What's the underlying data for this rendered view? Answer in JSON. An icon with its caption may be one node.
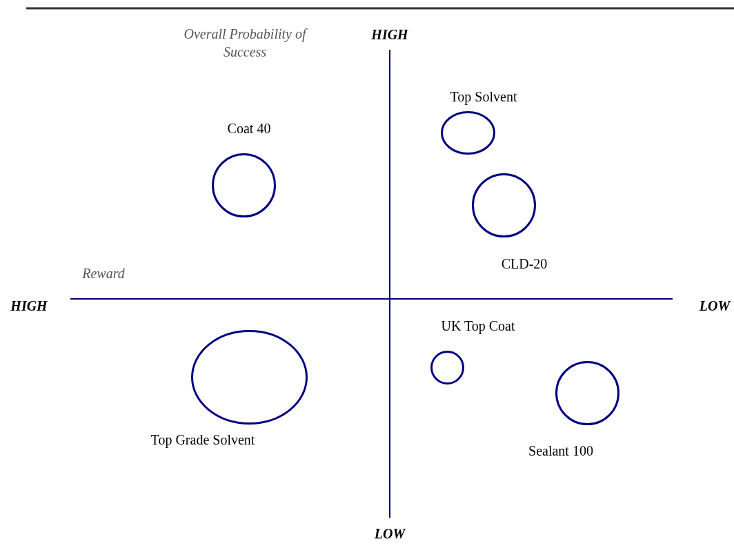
{
  "diagram": {
    "nodes": [
      {
        "text": [],
        "shape": "circle",
        "beside": [
          "Coat 40"
        ]
      },
      {
        "text": [],
        "shape": "circle",
        "beside": [
          "Top Solvent"
        ]
      },
      {
        "text": [],
        "shape": "circle",
        "beside": [
          "CLD-20"
        ]
      },
      {
        "text": [],
        "shape": "circle",
        "beside": [
          "Top Grade Solvent"
        ]
      },
      {
        "text": [],
        "shape": "circle",
        "beside": [
          "UK Top Coat"
        ]
      },
      {
        "text": [],
        "shape": "circle",
        "beside": [
          "Sealant 100"
        ]
      }
    ],
    "labels": [
      "Overall Probability of Success",
      "HIGH",
      "Reward",
      "HIGH",
      "LOW",
      "LOW"
    ]
  }
}
